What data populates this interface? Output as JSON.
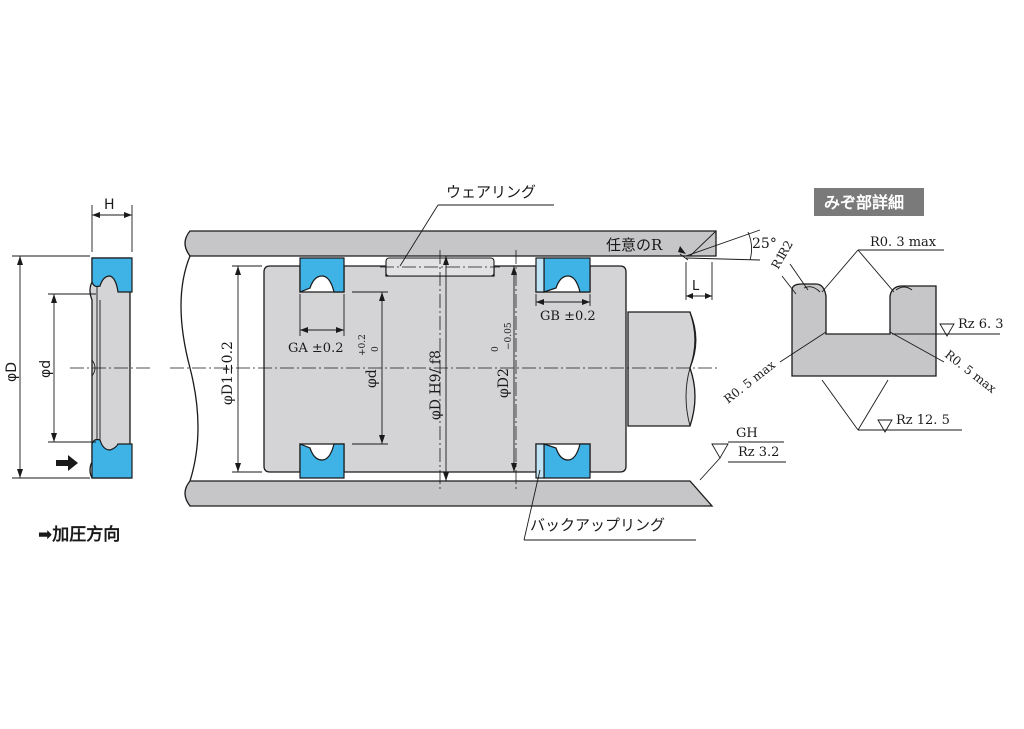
{
  "detail_title": "みぞ部詳細",
  "pressure_legend": "➡加圧方向",
  "labels": {
    "wear_ring": "ウェアリング",
    "backup_ring": "バックアップリング",
    "arbitrary_r": "任意のR",
    "angle": "25°",
    "l": "L",
    "h": "H",
    "phi_D": "φD",
    "phi_d": "φd",
    "ga": "GA ±0.2",
    "gb": "GB ±0.2",
    "phi_d1": "φD1±0.2",
    "phi_d_tol": "φd",
    "phi_d_tol_upper": "+0.2",
    "phi_d_tol_lower": "0",
    "bore": "φD H9/ f8",
    "phi_d2": "φD2",
    "phi_d2_tol_upper": "0",
    "phi_d2_tol_lower": "−0.05",
    "gh": "GH",
    "rz32": "Rz 3.2",
    "r2": "R2",
    "r1": "R1",
    "r03": "R0. 3  max",
    "rz63": "Rz  6. 3",
    "r05_left": "R0. 5  max",
    "r05_right": "R0. 5  max",
    "rz125": "Rz  12. 5"
  },
  "colors": {
    "seal": "#3fb2e6",
    "backup": "#bfe3f4",
    "body": "#d4d4d6",
    "badge": "#7a7a7a"
  }
}
